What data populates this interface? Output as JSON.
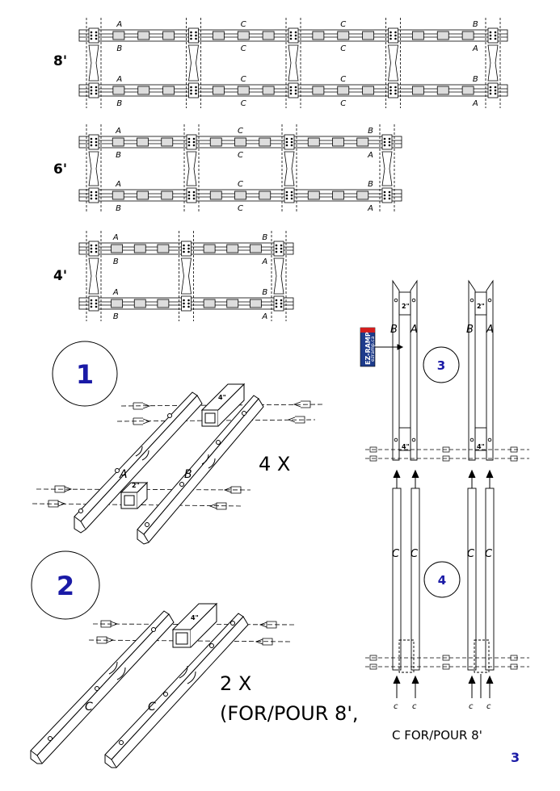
{
  "layouts": [
    {
      "size": "8'",
      "posts": 5,
      "rails": [
        {
          "top": [
            "A",
            "C",
            "C",
            "B"
          ],
          "bottom": [
            "B",
            "C",
            "C",
            "A"
          ]
        },
        {
          "top": [
            "A",
            "C",
            "C",
            "B"
          ],
          "bottom": [
            "B",
            "C",
            "C",
            "A"
          ]
        }
      ]
    },
    {
      "size": "6'",
      "posts": 4,
      "rails": [
        {
          "top": [
            "A",
            "C",
            "B"
          ],
          "bottom": [
            "B",
            "C",
            "A"
          ]
        },
        {
          "top": [
            "A",
            "C",
            "B"
          ],
          "bottom": [
            "B",
            "C",
            "A"
          ]
        }
      ]
    },
    {
      "size": "4'",
      "posts": 3,
      "rails": [
        {
          "top": [
            "A",
            "B"
          ],
          "bottom": [
            "B",
            "A"
          ]
        },
        {
          "top": [
            "A",
            "B"
          ],
          "bottom": [
            "B",
            "A"
          ]
        }
      ]
    }
  ],
  "step1": {
    "number": "1",
    "part_a": "A",
    "part_b": "B",
    "dim_4": "4\"",
    "dim_2": "2\"",
    "quantity": "4 X"
  },
  "step2": {
    "number": "2",
    "part_c": "C",
    "dim_4": "4\"",
    "quantity": "2 X",
    "note": "(FOR/POUR 8',"
  },
  "step3": {
    "number": "3",
    "parts": [
      "B",
      "A"
    ],
    "dim_2": "2\"",
    "dim_4": "4\""
  },
  "step4": {
    "number": "4",
    "parts": [
      "C",
      "C"
    ],
    "bottom_parts": [
      "c",
      "c"
    ],
    "caption": "C FOR/POUR 8'"
  },
  "logo": {
    "brand": "EZ-RAMP",
    "url": "ezramp.ca"
  },
  "page_number": "3",
  "colors": {
    "step_number": "#1a1aa6",
    "logo_bg": "#1e3c8c",
    "logo_accent": "#d21e1e",
    "line": "#000000"
  }
}
